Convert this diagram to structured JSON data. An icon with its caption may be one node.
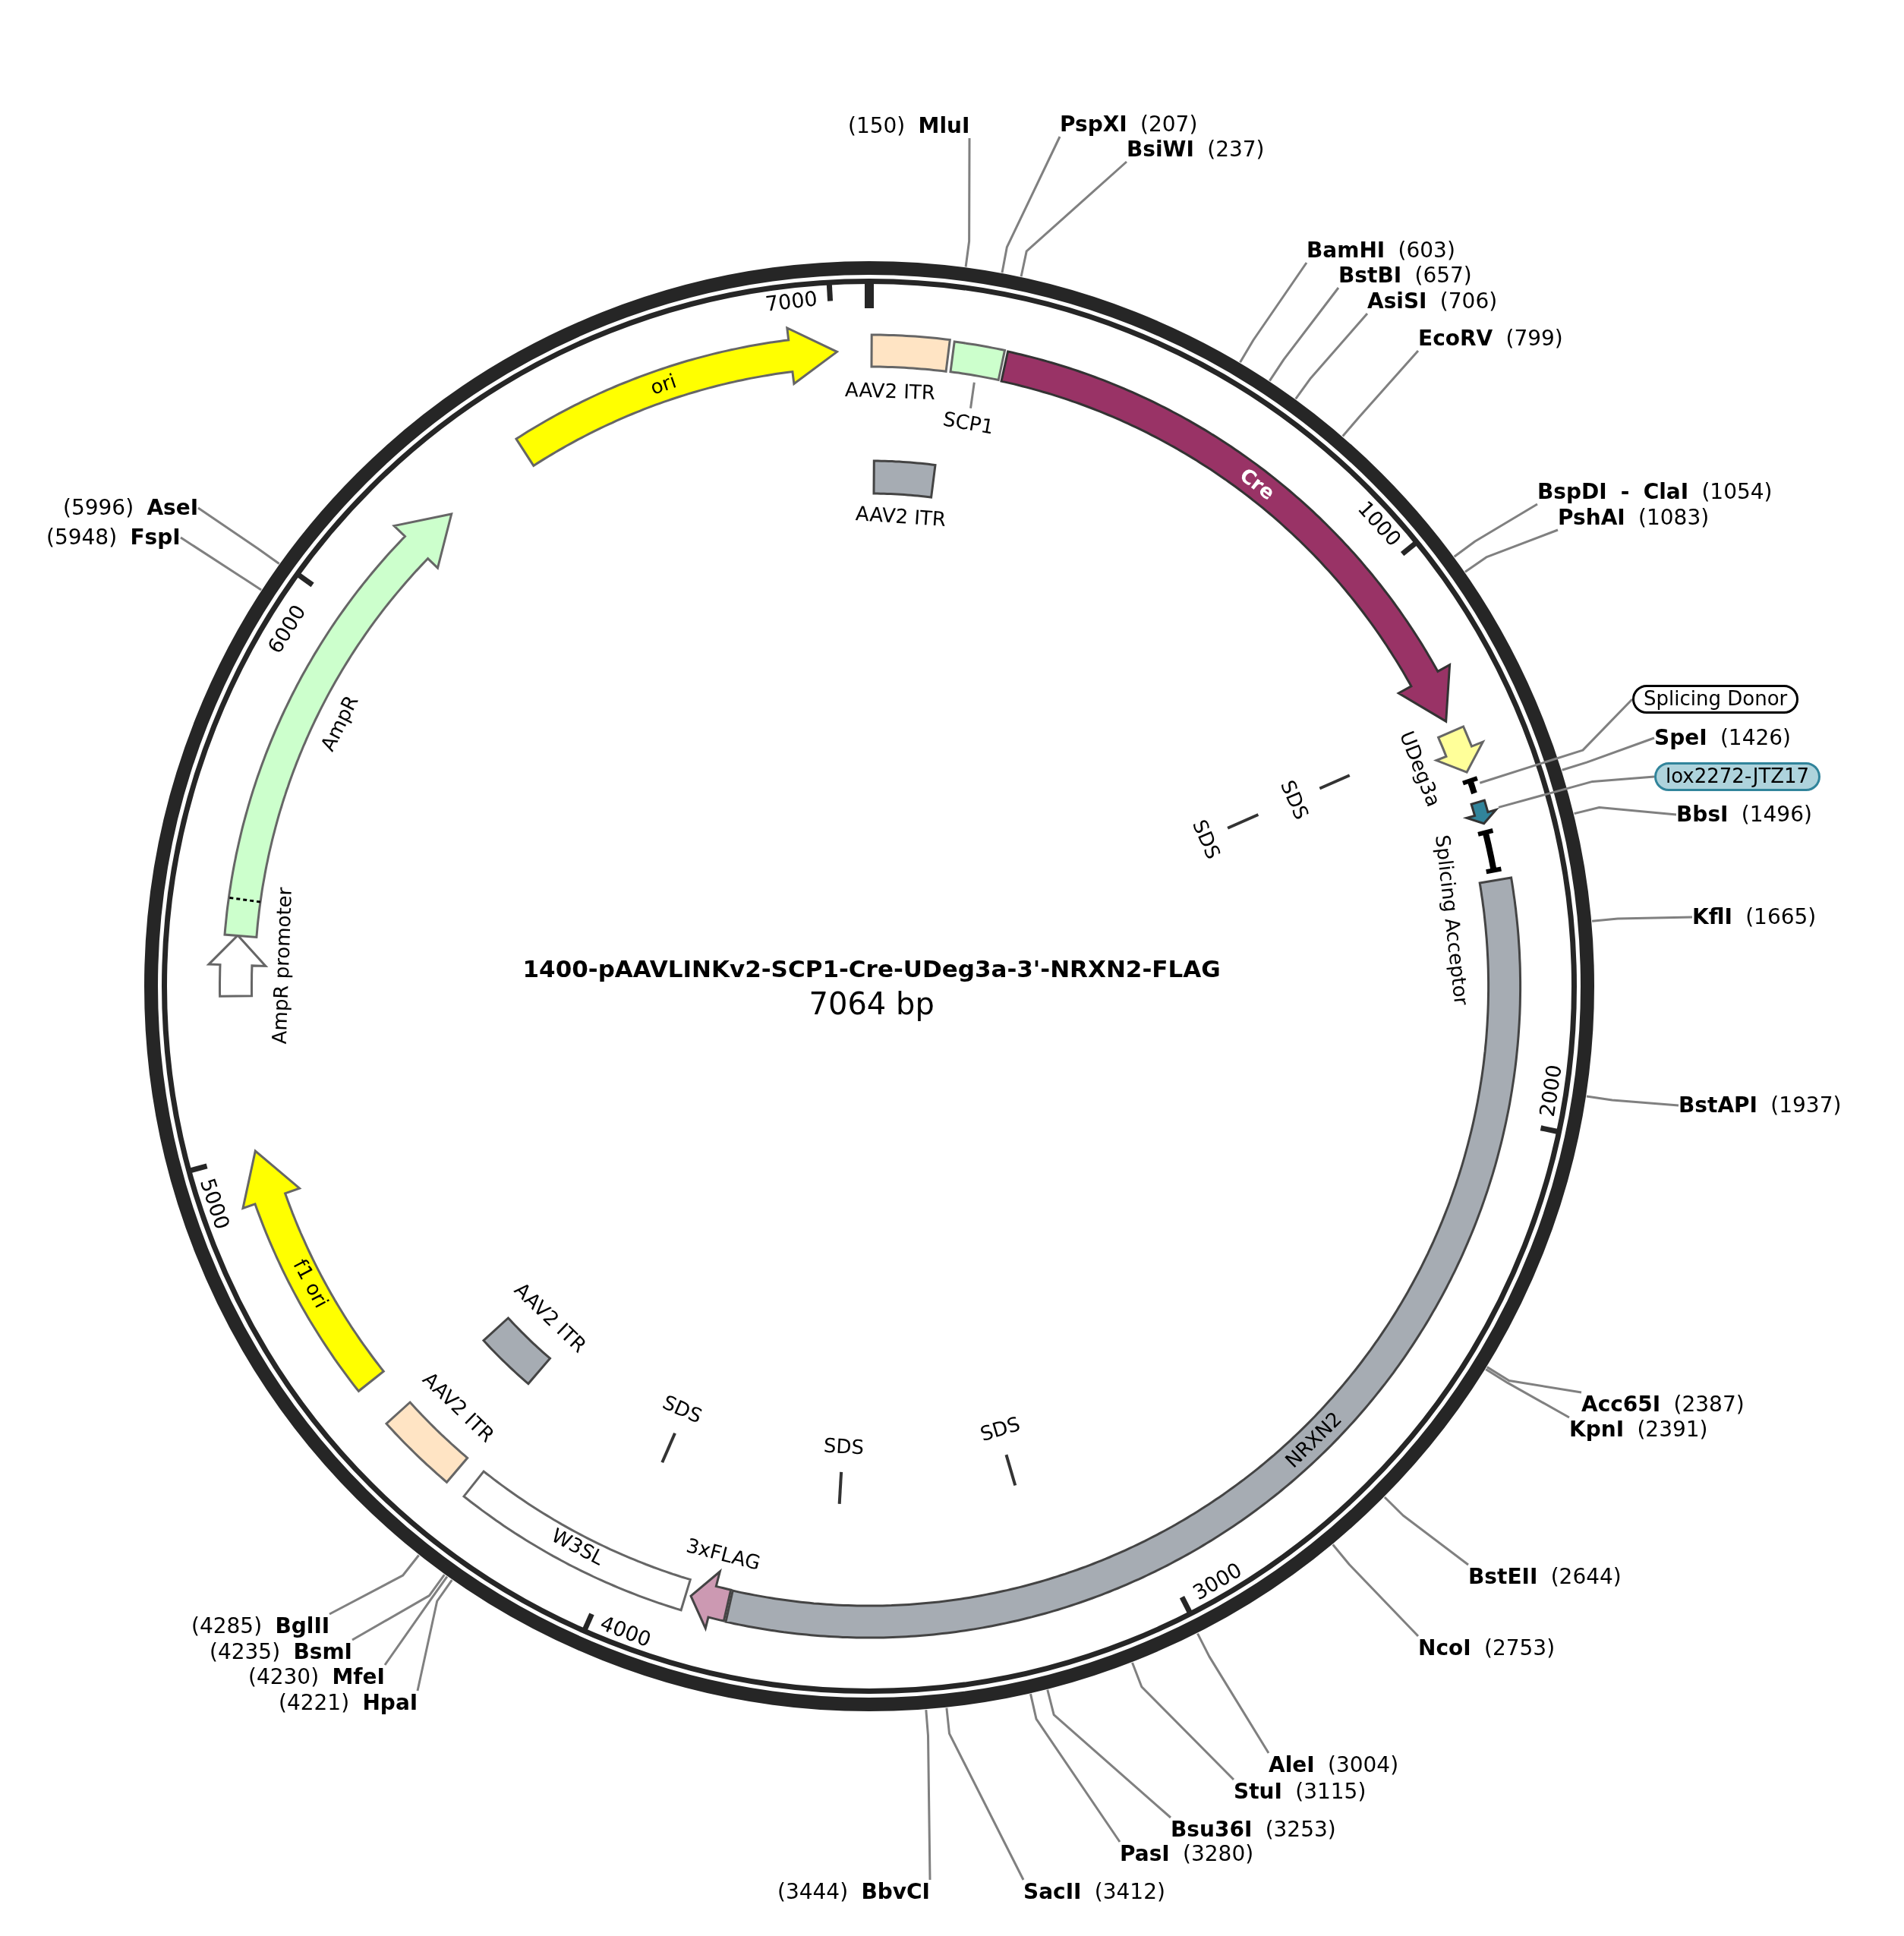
{
  "diagram": {
    "title": "1400-pAAVLINKv2-SCP1-Cre-UDeg3a-3'-NRXN2-FLAG",
    "nodes": [
      {
        "text": [
          "(150) **MluI**"
        ]
      },
      {
        "text": [
          "**PspXI** (207)"
        ]
      },
      {
        "text": [
          "**BsiWI** (237)"
        ]
      },
      {
        "text": [
          "**BamHI** (603)"
        ]
      },
      {
        "text": [
          "**BstBI** (657)"
        ]
      },
      {
        "text": [
          "**AsiSI** (706)"
        ]
      },
      {
        "text": [
          "**EcoRV** (799)"
        ]
      },
      {
        "text": [
          "**BspDI - ClaI** (1054)"
        ]
      },
      {
        "text": [
          "**PshAI** (1083)"
        ]
      },
      {
        "text": [
          "Splicing Donor"
        ]
      },
      {
        "text": [
          "**SpeI** (1426)"
        ]
      },
      {
        "text": [
          "lox2272-JTZ17"
        ]
      },
      {
        "text": [
          "**BbsI** (1496)"
        ]
      },
      {
        "text": [
          "**KflI** (1665)"
        ]
      },
      {
        "text": [
          "**BstAPI** (1937)"
        ]
      },
      {
        "text": [
          "**Acc65I** (2387)"
        ]
      },
      {
        "text": [
          "**KpnI** (2391)"
        ]
      },
      {
        "text": [
          "**BstEII** (2644)"
        ]
      },
      {
        "text": [
          "**NcoI** (2753)"
        ]
      },
      {
        "text": [
          "**AleI** (3004)"
        ]
      },
      {
        "text": [
          "**StuI** (3115)"
        ]
      },
      {
        "text": [
          "**Bsu36I** (3253)"
        ]
      },
      {
        "text": [
          "**PasI** (3280)"
        ]
      },
      {
        "text": [
          "**SacII** (3412)"
        ]
      },
      {
        "text": [
          "(3444) **BbvCI**"
        ]
      },
      {
        "text": [
          "(4221) **HpaI**"
        ]
      },
      {
        "text": [
          "(4230) **MfeI**"
        ]
      },
      {
        "text": [
          "(4235) **BsmI**"
        ]
      },
      {
        "text": [
          "(4285) **BglII**"
        ]
      },
      {
        "text": [
          "(5948) **FspI**"
        ]
      },
      {
        "text": [
          "(5996) **AseI**"
        ]
      },
      {
        "text": [
          "ori"
        ]
      },
      {
        "text": [
          "AAV2 ITR"
        ]
      },
      {
        "text": [],
        "shape": "box"
      },
      {
        "text": [
          "SCP1"
        ]
      },
      {
        "text": [
          "Cre"
        ]
      },
      {
        "text": [
          "AAV2 ITR"
        ]
      },
      {
        "text": [
          "UDeg3a"
        ]
      },
      {
        "text": [],
        "shape": "bar"
      },
      {
        "text": [],
        "shape": "arrow"
      },
      {
        "text": [
          "Splicing Acceptor"
        ]
      },
      {
        "text": [
          "NRXN2"
        ]
      },
      {
        "text": [
          "3xFLAG"
        ]
      },
      {
        "text": [
          "W3SL"
        ]
      },
      {
        "text": [
          "AAV2 ITR"
        ]
      },
      {
        "text": [
          "AAV2 ITR"
        ]
      },
      {
        "text": [
          "f1 ori"
        ]
      },
      {
        "text": [
          "AmpR promoter"
        ]
      },
      {
        "text": [
          "AmpR"
        ]
      }
    ],
    "edges": [
      {
        "from": 0,
        "to": null,
        "arrow": "none"
      },
      {
        "from": 1,
        "to": null,
        "arrow": "none"
      },
      {
        "from": 2,
        "to": null,
        "arrow": "none"
      },
      {
        "from": 3,
        "to": null,
        "arrow": "none"
      },
      {
        "from": 4,
        "to": null,
        "arrow": "none"
      },
      {
        "from": 5,
        "to": null,
        "arrow": "none"
      },
      {
        "from": 6,
        "to": null,
        "arrow": "none"
      },
      {
        "from": 7,
        "to": null,
        "arrow": "none"
      },
      {
        "from": 8,
        "to": null,
        "arrow": "none"
      },
      {
        "from": 9,
        "to": 38,
        "arrow": "none"
      },
      {
        "from": 10,
        "to": null,
        "arrow": "none"
      },
      {
        "from": 11,
        "to": 39,
        "arrow": "none"
      },
      {
        "from": 12,
        "to": null,
        "arrow": "none"
      },
      {
        "from": 13,
        "to": null,
        "arrow": "none"
      },
      {
        "from": 14,
        "to": null,
        "arrow": "none"
      },
      {
        "from": 15,
        "to": null,
        "arrow": "none"
      },
      {
        "from": 16,
        "to": null,
        "arrow": "none"
      },
      {
        "from": 17,
        "to": null,
        "arrow": "none"
      },
      {
        "from": 18,
        "to": null,
        "arrow": "none"
      },
      {
        "from": 19,
        "to": null,
        "arrow": "none"
      },
      {
        "from": 20,
        "to": null,
        "arrow": "none"
      },
      {
        "from": 21,
        "to": null,
        "arrow": "none"
      },
      {
        "from": 22,
        "to": null,
        "arrow": "none"
      },
      {
        "from": 23,
        "to": null,
        "arrow": "none"
      },
      {
        "from": 24,
        "to": null,
        "arrow": "none"
      },
      {
        "from": 25,
        "to": null,
        "arrow": "none"
      },
      {
        "from": 26,
        "to": null,
        "arrow": "none"
      },
      {
        "from": 27,
        "to": null,
        "arrow": "none"
      },
      {
        "from": 28,
        "to": null,
        "arrow": "none"
      },
      {
        "from": 29,
        "to": null,
        "arrow": "none"
      },
      {
        "from": 30,
        "to": null,
        "arrow": "none"
      },
      {
        "from": 34,
        "to": 33,
        "arrow": "none"
      }
    ],
    "labels": [
      "7064 bp",
      "7000",
      "1000",
      "SDS",
      "SDS",
      "2000",
      "3000",
      "SDS",
      "SDS",
      "SDS",
      "4000",
      "5000",
      "6000"
    ]
  }
}
